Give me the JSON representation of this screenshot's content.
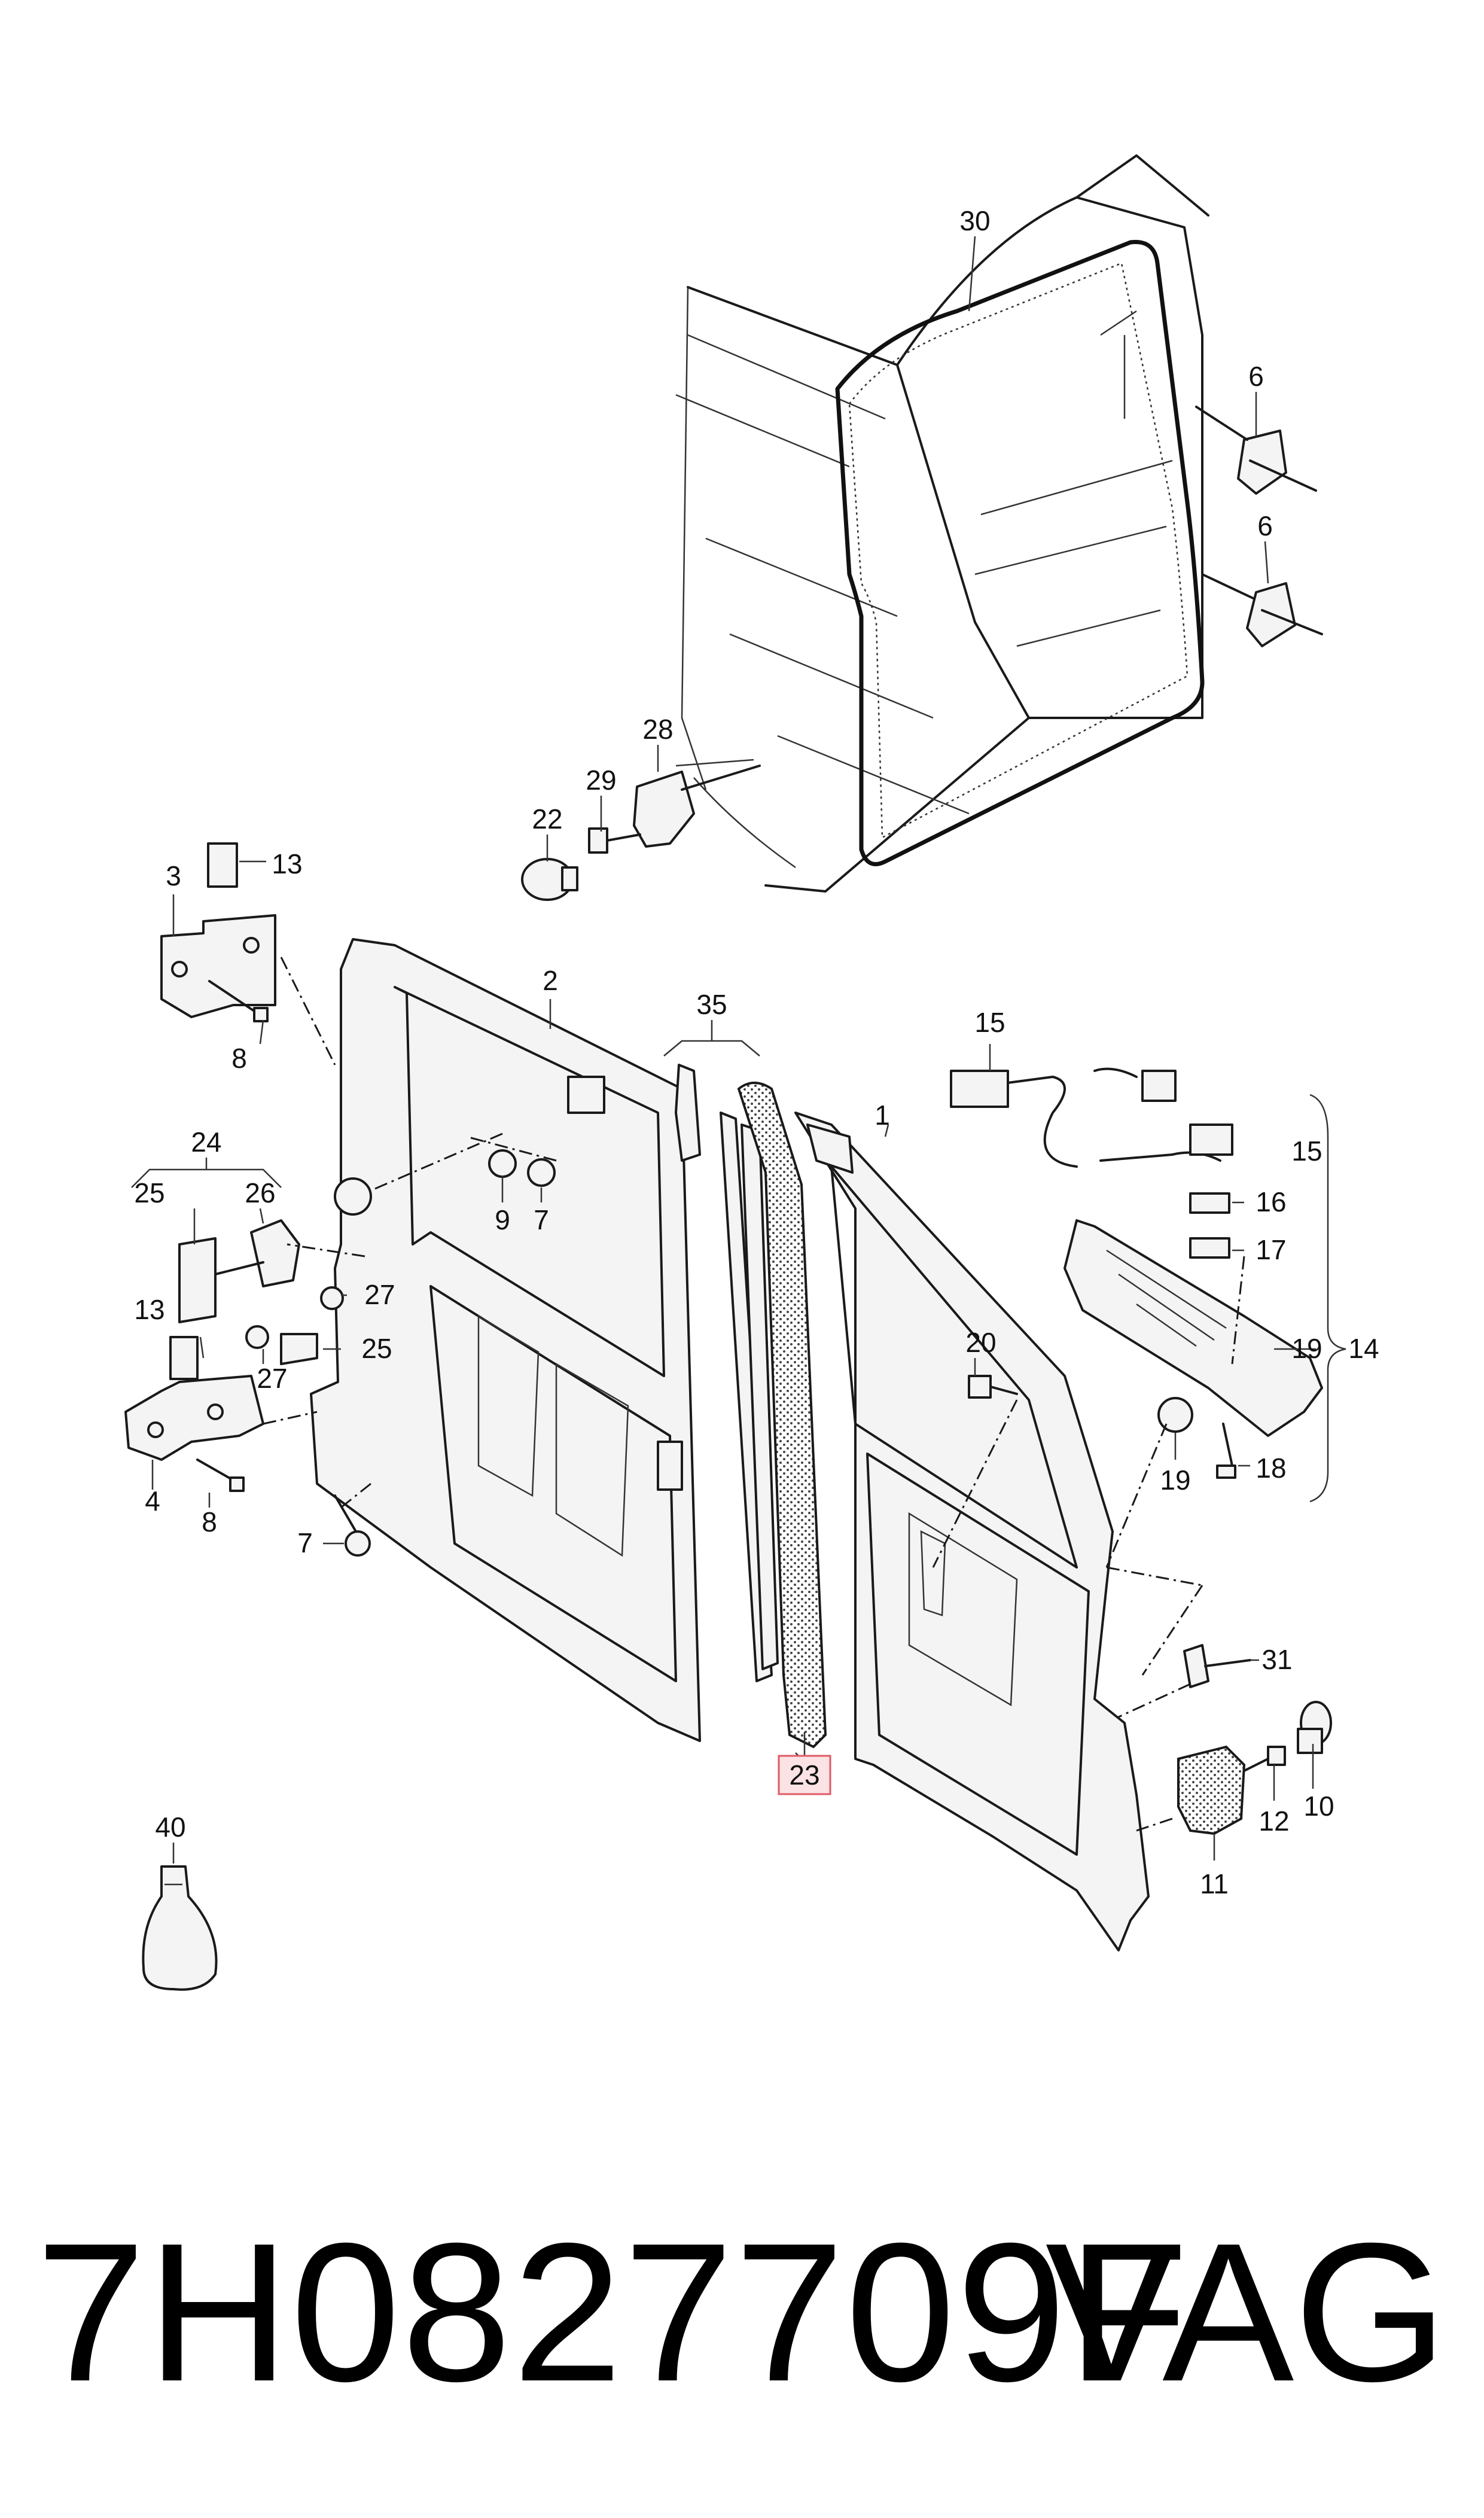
{
  "callouts": [
    "1",
    "2",
    "3",
    "4",
    "6",
    "6",
    "7",
    "7",
    "8",
    "8",
    "9",
    "10",
    "11",
    "12",
    "13",
    "13",
    "14",
    "15",
    "15",
    "16",
    "17",
    "18",
    "19",
    "19",
    "20",
    "22",
    "23",
    "24",
    "25",
    "25",
    "26",
    "27",
    "27",
    "28",
    "29",
    "30",
    "31",
    "35",
    "40"
  ],
  "highlight": {
    "label": "23",
    "border_color": "#e05a64",
    "fill_color": "#fbe3e5"
  },
  "footer": {
    "part_number": "7H0827709F",
    "brand": "VAG"
  }
}
